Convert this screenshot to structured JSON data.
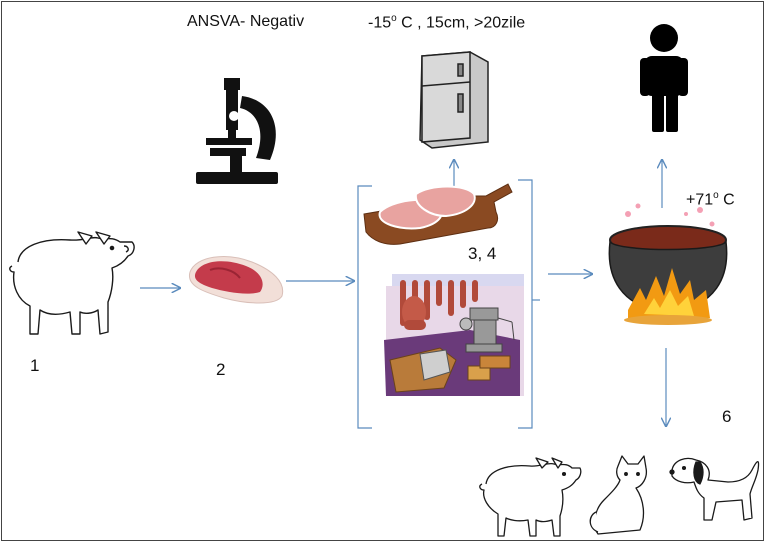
{
  "labels": {
    "ansva": "ANSVA- Negativ",
    "freezer_prefix": "-15",
    "freezer_deg": "o",
    "freezer_suffix": " C , 15cm, >20zile",
    "cook_prefix": "+71",
    "cook_deg": "o",
    "cook_suffix": " C"
  },
  "steps": {
    "s1": "1",
    "s2": "2",
    "s34": "3, 4",
    "s6": "6"
  },
  "colors": {
    "arrow": "#5b8bbd",
    "outline": "#1a1a1a",
    "fridge": "#c9c9c9",
    "meat": "#c43b4b",
    "pot": "#3d3d3d",
    "fire": "#f29a12"
  }
}
